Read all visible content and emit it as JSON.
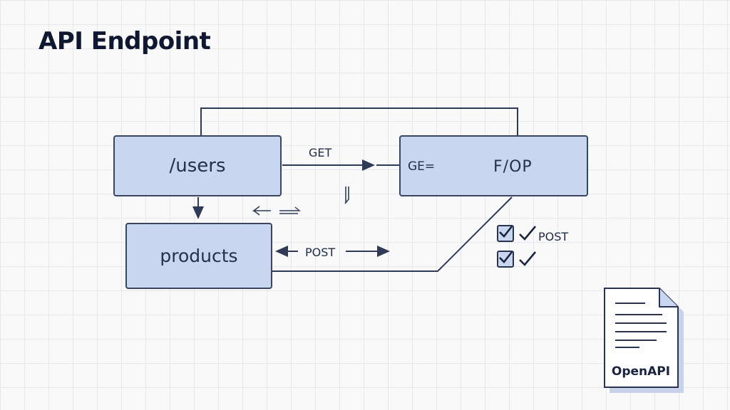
{
  "page": {
    "title": "API Endpoint"
  },
  "nodes": {
    "users": "/users",
    "products": "products",
    "right_label_a": "GE=",
    "right_label_b": "F/OP"
  },
  "edges": {
    "get_label": "GET",
    "post_label": "POST",
    "post_check_label": "POST"
  },
  "document": {
    "label": "OpenAPI",
    "icon": "document-icon"
  },
  "colors": {
    "node_fill": "#c8d6ef",
    "stroke": "#2e3a56",
    "background": "#f9f9fa"
  }
}
